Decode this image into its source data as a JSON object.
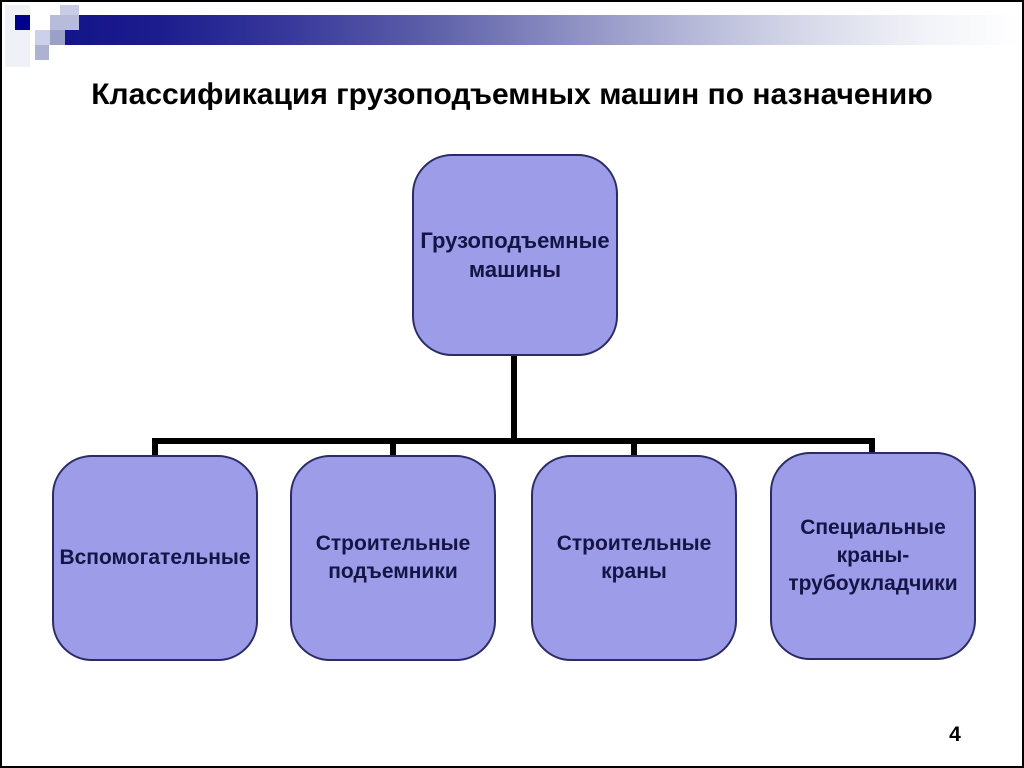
{
  "slide": {
    "title": "Классификация грузоподъемных машин по назначению",
    "page_number": "4"
  },
  "diagram": {
    "type": "hierarchy",
    "root": {
      "label": "Грузоподъемные\nмашины"
    },
    "children": [
      {
        "label": "Вспомогательные"
      },
      {
        "label": "Строительные\nподъемники"
      },
      {
        "label": "Строительные\nкраны"
      },
      {
        "label": "Специальные\nкраны-\nтрубоукладчики"
      }
    ]
  },
  "colors": {
    "node_fill": "#9c9ce8",
    "node_border": "#2b2b66",
    "node_text": "#141447",
    "connector": "#000000",
    "accent_navy": "#00008c",
    "bar_gradient_start": "#14148a",
    "bar_gradient_end": "#ffffff"
  }
}
